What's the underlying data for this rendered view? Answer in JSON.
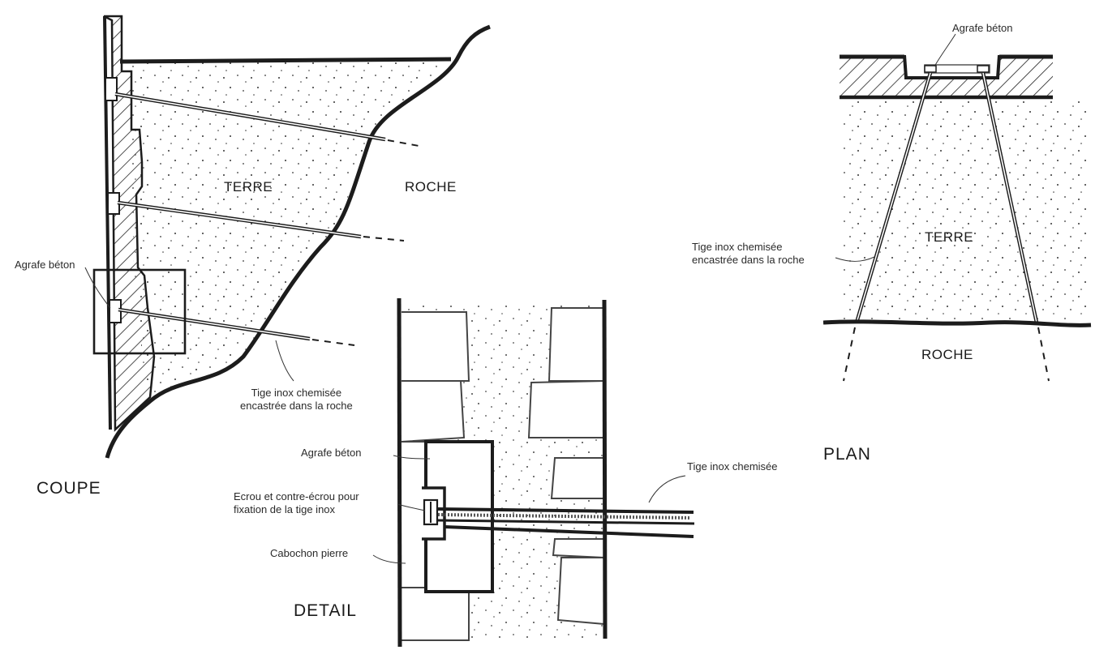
{
  "views": {
    "coupe": {
      "title": "COUPE",
      "label_terre": "TERRE",
      "label_roche": "ROCHE",
      "label_agrafe": "Agrafe béton",
      "label_tige": "Tige inox chemisée\nencastrée dans la roche"
    },
    "detail": {
      "title": "DETAIL",
      "label_agrafe": "Agrafe béton",
      "label_ecrou": "Ecrou et contre-écrou pour\nfixation de la tige inox",
      "label_cabochon": "Cabochon pierre",
      "label_tige": "Tige inox chemisée"
    },
    "plan": {
      "title": "PLAN",
      "label_agrafe": "Agrafe béton",
      "label_terre": "TERRE",
      "label_roche": "ROCHE",
      "label_tige": "Tige inox chemisée\nencastrée dans la roche"
    }
  },
  "colors": {
    "ink": "#1c1c1c",
    "background": "#ffffff"
  }
}
